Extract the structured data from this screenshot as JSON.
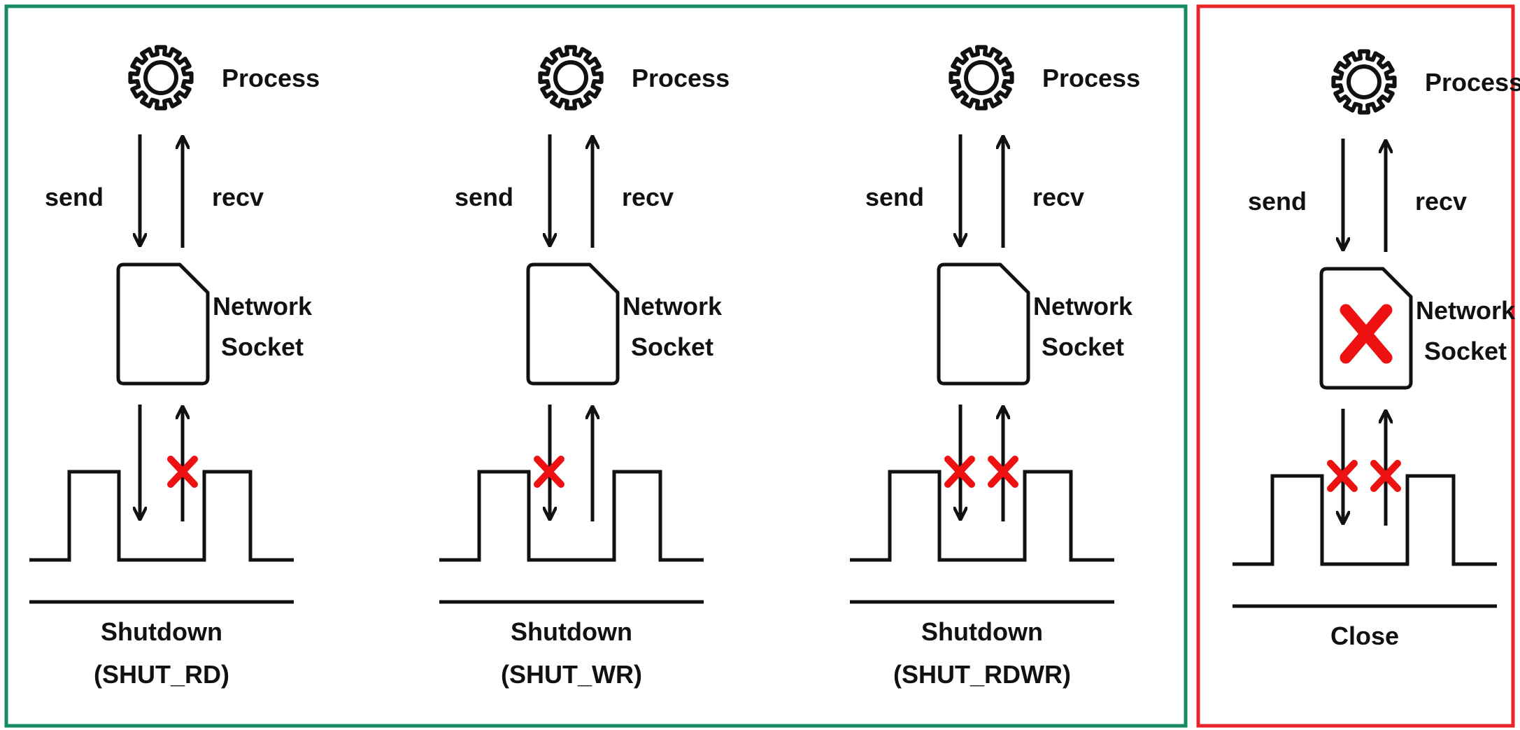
{
  "groups": [
    {
      "name": "shutdown-group",
      "border_color": "#178a63"
    },
    {
      "name": "close-group",
      "border_color": "#e8232a"
    }
  ],
  "panels": [
    {
      "id": "shut-rd",
      "process_label": "Process",
      "send_label": "send",
      "recv_label": "recv",
      "socket_label_line1": "Network",
      "socket_label_line2": "Socket",
      "caption_line1": "Shutdown",
      "caption_line2": "(SHUT_RD)",
      "send_blocked": false,
      "recv_blocked": true,
      "socket_closed": false
    },
    {
      "id": "shut-wr",
      "process_label": "Process",
      "send_label": "send",
      "recv_label": "recv",
      "socket_label_line1": "Network",
      "socket_label_line2": "Socket",
      "caption_line1": "Shutdown",
      "caption_line2": "(SHUT_WR)",
      "send_blocked": true,
      "recv_blocked": false,
      "socket_closed": false
    },
    {
      "id": "shut-rdwr",
      "process_label": "Process",
      "send_label": "send",
      "recv_label": "recv",
      "socket_label_line1": "Network",
      "socket_label_line2": "Socket",
      "caption_line1": "Shutdown",
      "caption_line2": "(SHUT_RDWR)",
      "send_blocked": true,
      "recv_blocked": true,
      "socket_closed": false
    },
    {
      "id": "close",
      "process_label": "Process",
      "send_label": "send",
      "recv_label": "recv",
      "socket_label_line1": "Network",
      "socket_label_line2": "Socket",
      "caption_line1": "Close",
      "caption_line2": "",
      "send_blocked": true,
      "recv_blocked": true,
      "socket_closed": true
    }
  ],
  "colors": {
    "line": "#111111",
    "cross": "#ee1111"
  }
}
